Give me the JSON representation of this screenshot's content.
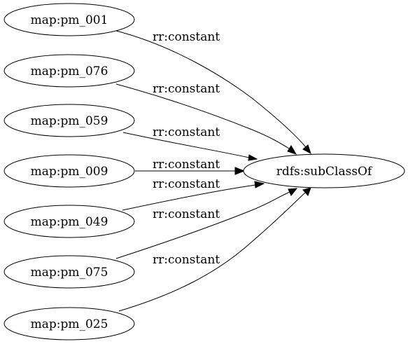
{
  "graph": {
    "target": "rdfs:subClassOf",
    "sources": [
      {
        "label": "map:pm_001",
        "edge_label": "rr:constant"
      },
      {
        "label": "map:pm_076",
        "edge_label": "rr:constant"
      },
      {
        "label": "map:pm_059",
        "edge_label": "rr:constant"
      },
      {
        "label": "map:pm_009",
        "edge_label": "rr:constant"
      },
      {
        "label": "map:pm_049",
        "edge_label": "rr:constant"
      },
      {
        "label": "map:pm_075",
        "edge_label": "rr:constant"
      },
      {
        "label": "map:pm_025",
        "edge_label": "rr:constant"
      }
    ]
  }
}
